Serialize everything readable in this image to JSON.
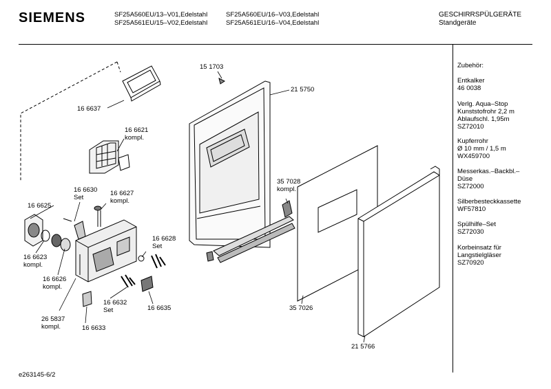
{
  "header": {
    "brand": "SIEMENS",
    "models": [
      "SF25A560EU/13–V01,Edelstahl",
      "SF25A561EU/15–V02,Edelstahl",
      "SF25A560EU/16–V03,Edelstahl",
      "SF25A561EU/16–V04,Edelstahl"
    ],
    "category": "GESCHIRRSPÜLGERÄTE",
    "subcategory": "Standgeräte"
  },
  "accessories": {
    "title": "Zubehör:",
    "items": [
      {
        "name": "Entkalker",
        "code": "46 0038"
      },
      {
        "name": "Verlg. Aqua–Stop\nKunststofrohr 2,2 m\nAblaufschl. 1,95m",
        "code": "SZ72010"
      },
      {
        "name": "Kupferrohr\nØ 10 mm / 1,5 m",
        "code": "WX459700"
      },
      {
        "name": "Messerkas.–Backbl.–\nDüse",
        "code": "SZ72000"
      },
      {
        "name": "Silberbesteckkassette",
        "code": "WF57810"
      },
      {
        "name": "Spülhilfe–Set",
        "code": "SZ72030"
      },
      {
        "name": "Korbeinsatz für\nLangstielgläser",
        "code": "SZ70920"
      }
    ]
  },
  "parts": [
    {
      "id": "p166637",
      "text": "16 6637"
    },
    {
      "id": "p166621",
      "text": "16 6621\nkompl."
    },
    {
      "id": "p166630",
      "text": "16 6630\nSet"
    },
    {
      "id": "p166627",
      "text": "16 6627\nkompl."
    },
    {
      "id": "p166625",
      "text": "16 6625"
    },
    {
      "id": "p166623",
      "text": "16 6623\nkompl."
    },
    {
      "id": "p166626",
      "text": "16 6626\nkompl."
    },
    {
      "id": "p166628",
      "text": "16 6628\nSet"
    },
    {
      "id": "p166632",
      "text": "16 6632\nSet"
    },
    {
      "id": "p166635",
      "text": "16 6635"
    },
    {
      "id": "p265837",
      "text": "26 5837\nkompl."
    },
    {
      "id": "p166633",
      "text": "16 6633"
    },
    {
      "id": "p151703",
      "text": "15 1703"
    },
    {
      "id": "p215750",
      "text": "21 5750"
    },
    {
      "id": "p357028",
      "text": "35 7028\nkompl."
    },
    {
      "id": "p357026",
      "text": "35 7026"
    },
    {
      "id": "p215766",
      "text": "21 5766"
    }
  ],
  "footer": {
    "code": "e263145-6/2"
  }
}
